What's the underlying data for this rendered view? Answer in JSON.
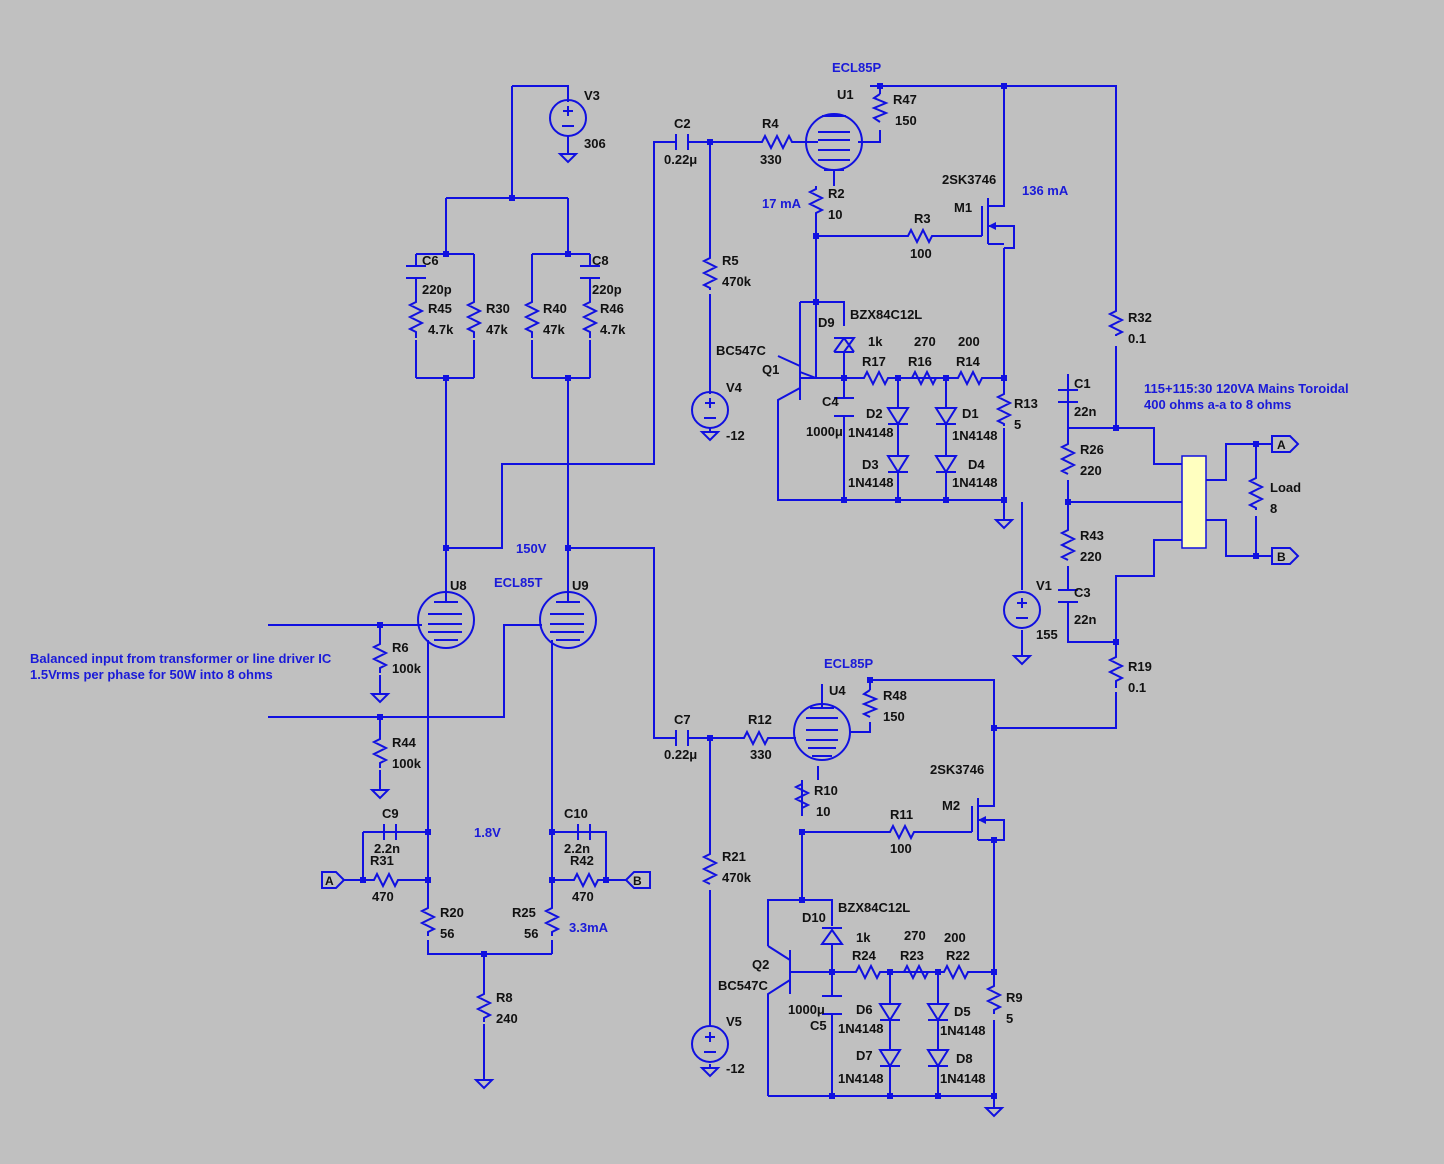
{
  "annotations": {
    "u1_type": "ECL85P",
    "u4_type": "ECL85P",
    "driver_type": "ECL85T",
    "current_17": "17 mA",
    "current_136": "136 mA",
    "b_plus": "150V",
    "cathode_v": "1.8V",
    "tail_current": "3.3mA",
    "xfmr_line1": "115+115:30 120VA Mains Toroidal",
    "xfmr_line2": "400 ohms a-a to 8 ohms",
    "input_line1": "Balanced input from transformer or line driver IC",
    "input_line2": "1.5Vrms per phase for 50W into 8 ohms"
  },
  "components": {
    "V3": [
      "V3",
      "306"
    ],
    "C6": [
      "C6",
      "220p"
    ],
    "C8": [
      "C8",
      "220p"
    ],
    "R45": [
      "R45",
      "4.7k"
    ],
    "R30": [
      "R30",
      "47k"
    ],
    "R40": [
      "R40",
      "47k"
    ],
    "R46": [
      "R46",
      "4.7k"
    ],
    "U8": [
      "U8"
    ],
    "U9": [
      "U9"
    ],
    "R6": [
      "R6",
      "100k"
    ],
    "R44": [
      "R44",
      "100k"
    ],
    "C9": [
      "C9",
      "2.2n"
    ],
    "R31": [
      "R31",
      "470"
    ],
    "C10": [
      "C10",
      "2.2n"
    ],
    "R42": [
      "R42",
      "470"
    ],
    "R20": [
      "R20",
      "56"
    ],
    "R25": [
      "R25",
      "56"
    ],
    "R8": [
      "R8",
      "240"
    ],
    "C2": [
      "C2",
      "0.22μ"
    ],
    "R4": [
      "R4",
      "330"
    ],
    "R5": [
      "R5",
      "470k"
    ],
    "V4": [
      "V4",
      "-12"
    ],
    "U1": [
      "U1"
    ],
    "R47": [
      "R47",
      "150"
    ],
    "R2": [
      "R2",
      "10"
    ],
    "R3": [
      "R3",
      "100"
    ],
    "M1": [
      "M1",
      "2SK3746"
    ],
    "Q1": [
      "Q1",
      "BC547C"
    ],
    "D9": [
      "D9",
      "BZX84C12L"
    ],
    "C4": [
      "C4",
      "1000μ"
    ],
    "R17": [
      "R17",
      "1k"
    ],
    "R16": [
      "R16",
      "270"
    ],
    "R14": [
      "R14",
      "200"
    ],
    "R13": [
      "R13",
      "5"
    ],
    "D2": [
      "D2",
      "1N4148"
    ],
    "D3": [
      "D3",
      "1N4148"
    ],
    "D1": [
      "D1",
      "1N4148"
    ],
    "D4": [
      "D4",
      "1N4148"
    ],
    "R32": [
      "R32",
      "0.1"
    ],
    "C1": [
      "C1",
      "22n"
    ],
    "R26": [
      "R26",
      "220"
    ],
    "R43": [
      "R43",
      "220"
    ],
    "C3": [
      "C3",
      "22n"
    ],
    "V1": [
      "V1",
      "155"
    ],
    "R19": [
      "R19",
      "0.1"
    ],
    "Load": [
      "Load",
      "8"
    ],
    "C7": [
      "C7",
      "0.22μ"
    ],
    "R12": [
      "R12",
      "330"
    ],
    "R21": [
      "R21",
      "470k"
    ],
    "V5": [
      "V5",
      "-12"
    ],
    "U4": [
      "U4"
    ],
    "R48": [
      "R48",
      "150"
    ],
    "R10": [
      "R10",
      "10"
    ],
    "R11": [
      "R11",
      "100"
    ],
    "M2": [
      "M2",
      "2SK3746"
    ],
    "Q2": [
      "Q2",
      "BC547C"
    ],
    "D10": [
      "D10",
      "BZX84C12L"
    ],
    "C5": [
      "C5",
      "1000μ"
    ],
    "R24": [
      "R24",
      "1k"
    ],
    "R23": [
      "R23",
      "270"
    ],
    "R22": [
      "R22",
      "200"
    ],
    "R9": [
      "R9",
      "5"
    ],
    "D6": [
      "D6",
      "1N4148"
    ],
    "D7": [
      "D7",
      "1N4148"
    ],
    "D5": [
      "D5",
      "1N4148"
    ],
    "D8": [
      "D8",
      "1N4148"
    ]
  },
  "ports": {
    "A": "A",
    "B": "B"
  },
  "colors": {
    "wire": "#1010e0",
    "background": "#c0c0c0",
    "transformer": "#ffffc0"
  }
}
